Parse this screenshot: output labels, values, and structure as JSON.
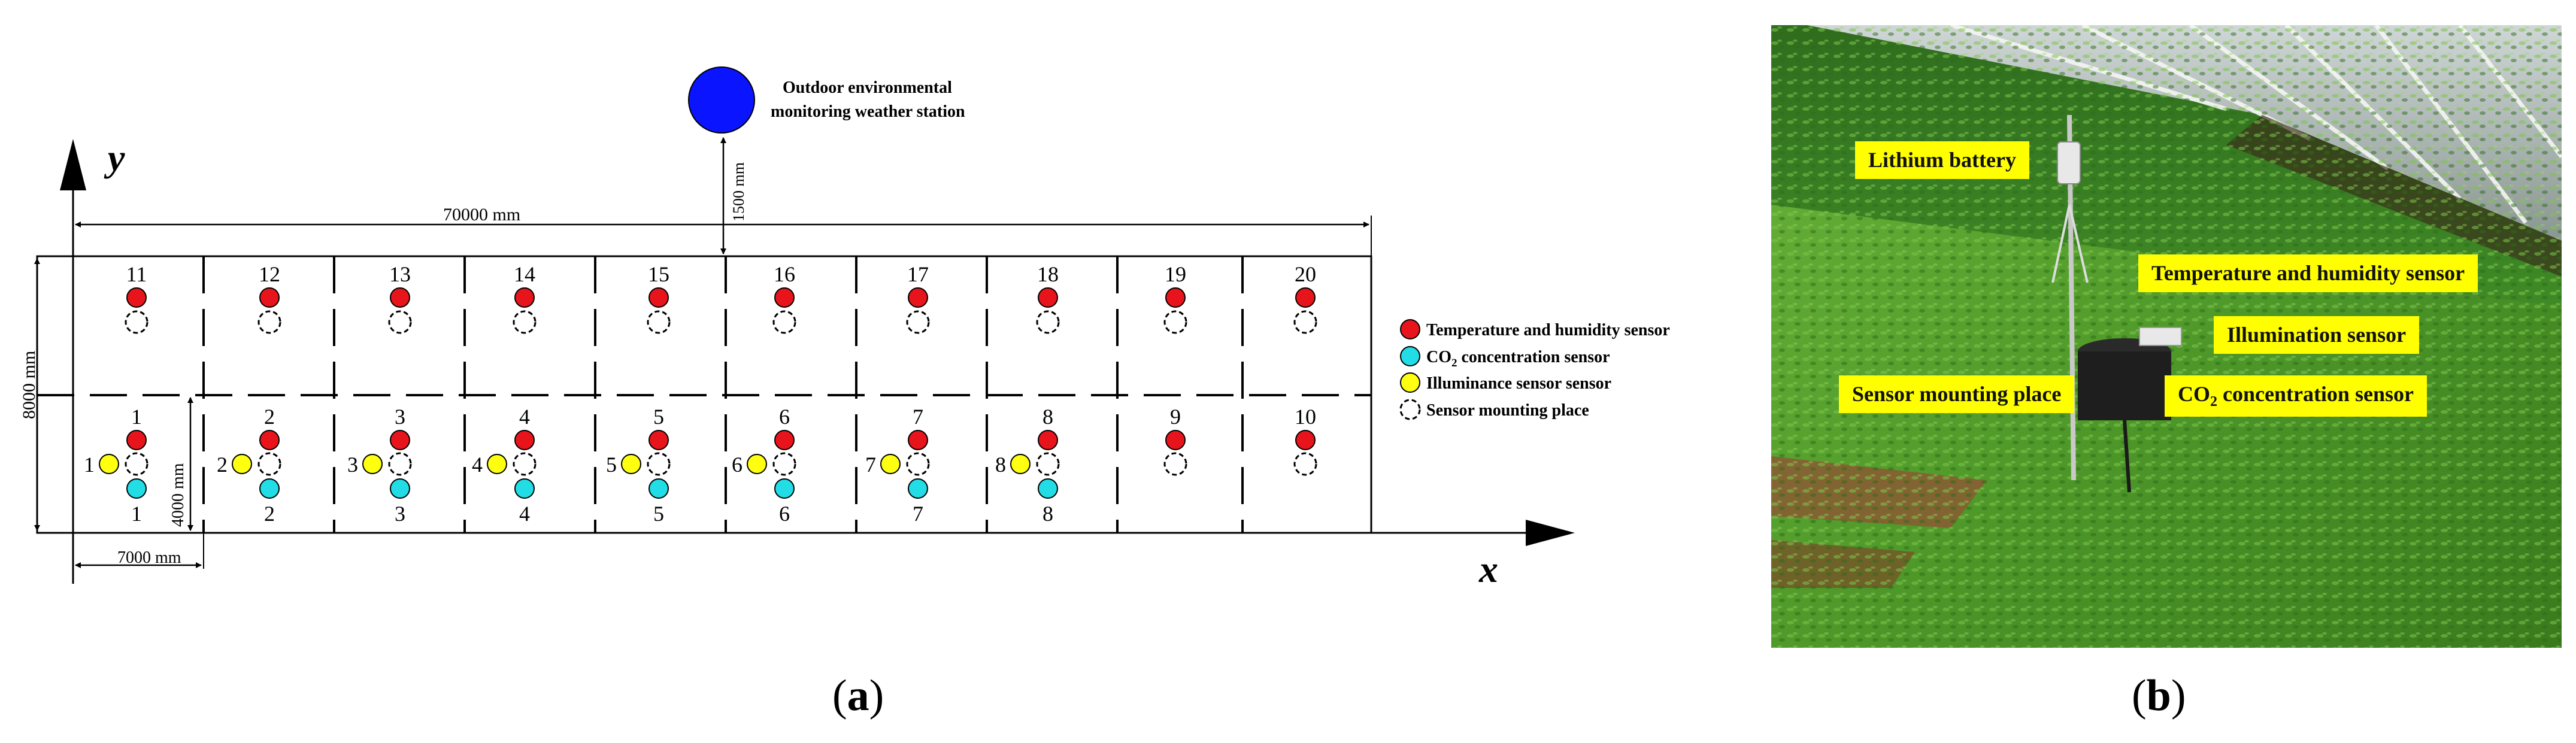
{
  "panel_a": {
    "axis_x": "x",
    "axis_y": "y",
    "dim_total_length": "70000 mm",
    "dim_total_width": "8000 mm",
    "dim_cell_length": "7000 mm",
    "dim_cell_width": "4000 mm",
    "dim_station_offset": "1500 mm",
    "station_label_line1": "Outdoor environmental",
    "station_label_line2": "monitoring weather station",
    "top_row_numbers": [
      "11",
      "12",
      "13",
      "14",
      "15",
      "16",
      "17",
      "18",
      "19",
      "20"
    ],
    "bottom_row_numbers": [
      "1",
      "2",
      "3",
      "4",
      "5",
      "6",
      "7",
      "8",
      "9",
      "10"
    ],
    "illuminance_numbers": [
      "1",
      "2",
      "3",
      "4",
      "5",
      "6",
      "7",
      "8"
    ],
    "co2_numbers": [
      "1",
      "2",
      "3",
      "4",
      "5",
      "6",
      "7",
      "8"
    ],
    "legend": [
      {
        "text": "Temperature and humidity sensor",
        "symbol": "red-dot",
        "color": "#e8141b"
      },
      {
        "text": "concentration sensor",
        "prefix": "CO",
        "sub": "2",
        "symbol": "cyan-dot",
        "color": "#22dde5"
      },
      {
        "text": "Illuminance sensor sensor",
        "symbol": "yellow-dot",
        "color": "#ffff10"
      },
      {
        "text": "Sensor mounting place",
        "symbol": "dashed-circle",
        "color": "#000000"
      }
    ],
    "caption_letter": "a"
  },
  "panel_b": {
    "labels": {
      "lithium": "Lithium battery",
      "temp_hum": "Temperature and humidity sensor",
      "illumination": "Illumination sensor",
      "mounting": "Sensor mounting place",
      "co2_prefix": "CO",
      "co2_sub": "2",
      "co2_rest": " concentration sensor"
    },
    "caption_letter": "b"
  },
  "colors": {
    "red": "#e8141b",
    "cyan": "#22dde5",
    "yellow": "#ffff10",
    "station_blue": "#0a14ff",
    "label_yellow": "#ffff00"
  }
}
